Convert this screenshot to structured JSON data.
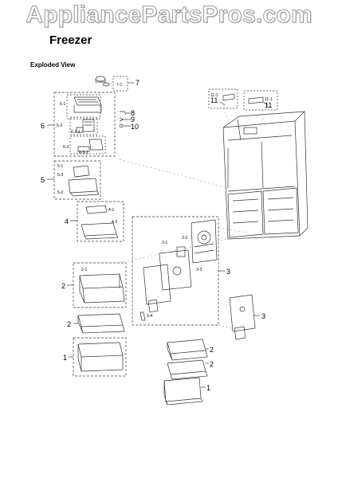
{
  "watermark": "AppliancePartsPros.com",
  "title": "Freezer",
  "subtitle": "Exploded View",
  "callouts": {
    "c7": "7",
    "c7_1": "7-1",
    "c6": "6",
    "c6_1": "6-1",
    "c6_2": "6-2",
    "c6_2_1": "6-2-1",
    "c6_3": "6-3",
    "c6_3_1": "6-3-1",
    "c8": "8",
    "c9": "9",
    "c10": "10",
    "c5": "5",
    "c5_1": "5-1",
    "c5_3": "5-3",
    "c5_2": "5-2",
    "c4": "4",
    "c4_1": "4-1",
    "c4_2": "4-2",
    "c2a": "2",
    "c2_1": "2-1",
    "c2b": "2",
    "c1a": "1",
    "c3a": "3",
    "c3_1": "3-1",
    "c3_2": "3-2",
    "c3_3": "3-3",
    "c3_4": "3-4",
    "c3b": "3",
    "c11a_1": "11-1",
    "c11a": "11",
    "c11b_1": "11-1",
    "c11b": "11",
    "c2c": "2",
    "c2d": "2",
    "c1b": "1"
  }
}
